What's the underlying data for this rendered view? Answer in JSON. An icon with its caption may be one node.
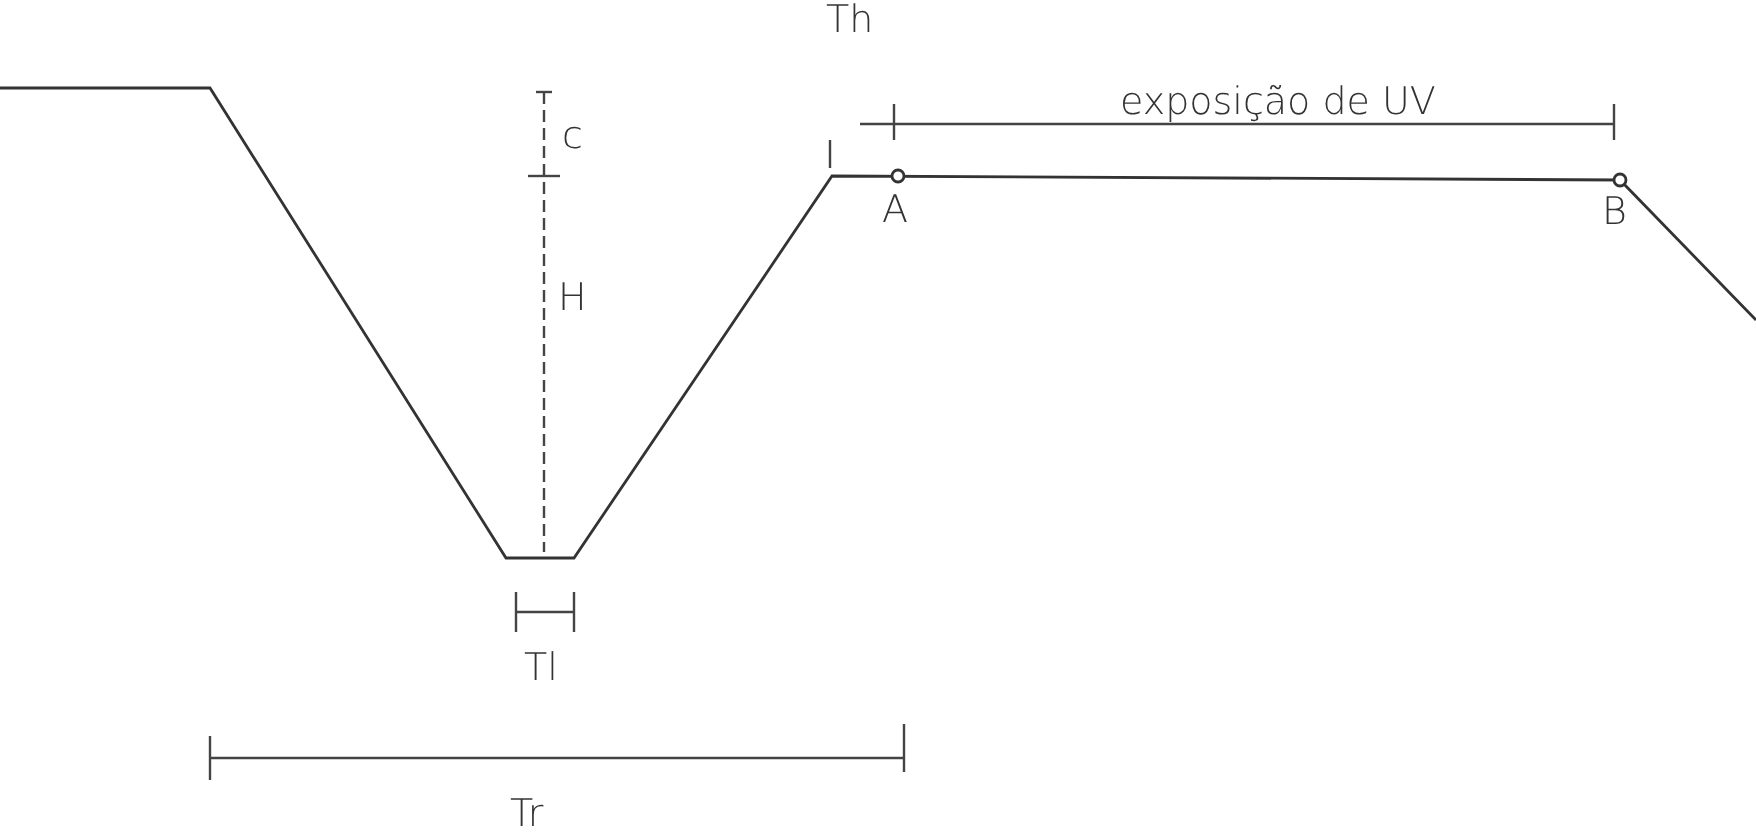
{
  "diagram": {
    "labels": [
      "Th",
      "exposição de UV",
      "c",
      "A",
      "B",
      "H",
      "Tl",
      "Tr"
    ]
  }
}
